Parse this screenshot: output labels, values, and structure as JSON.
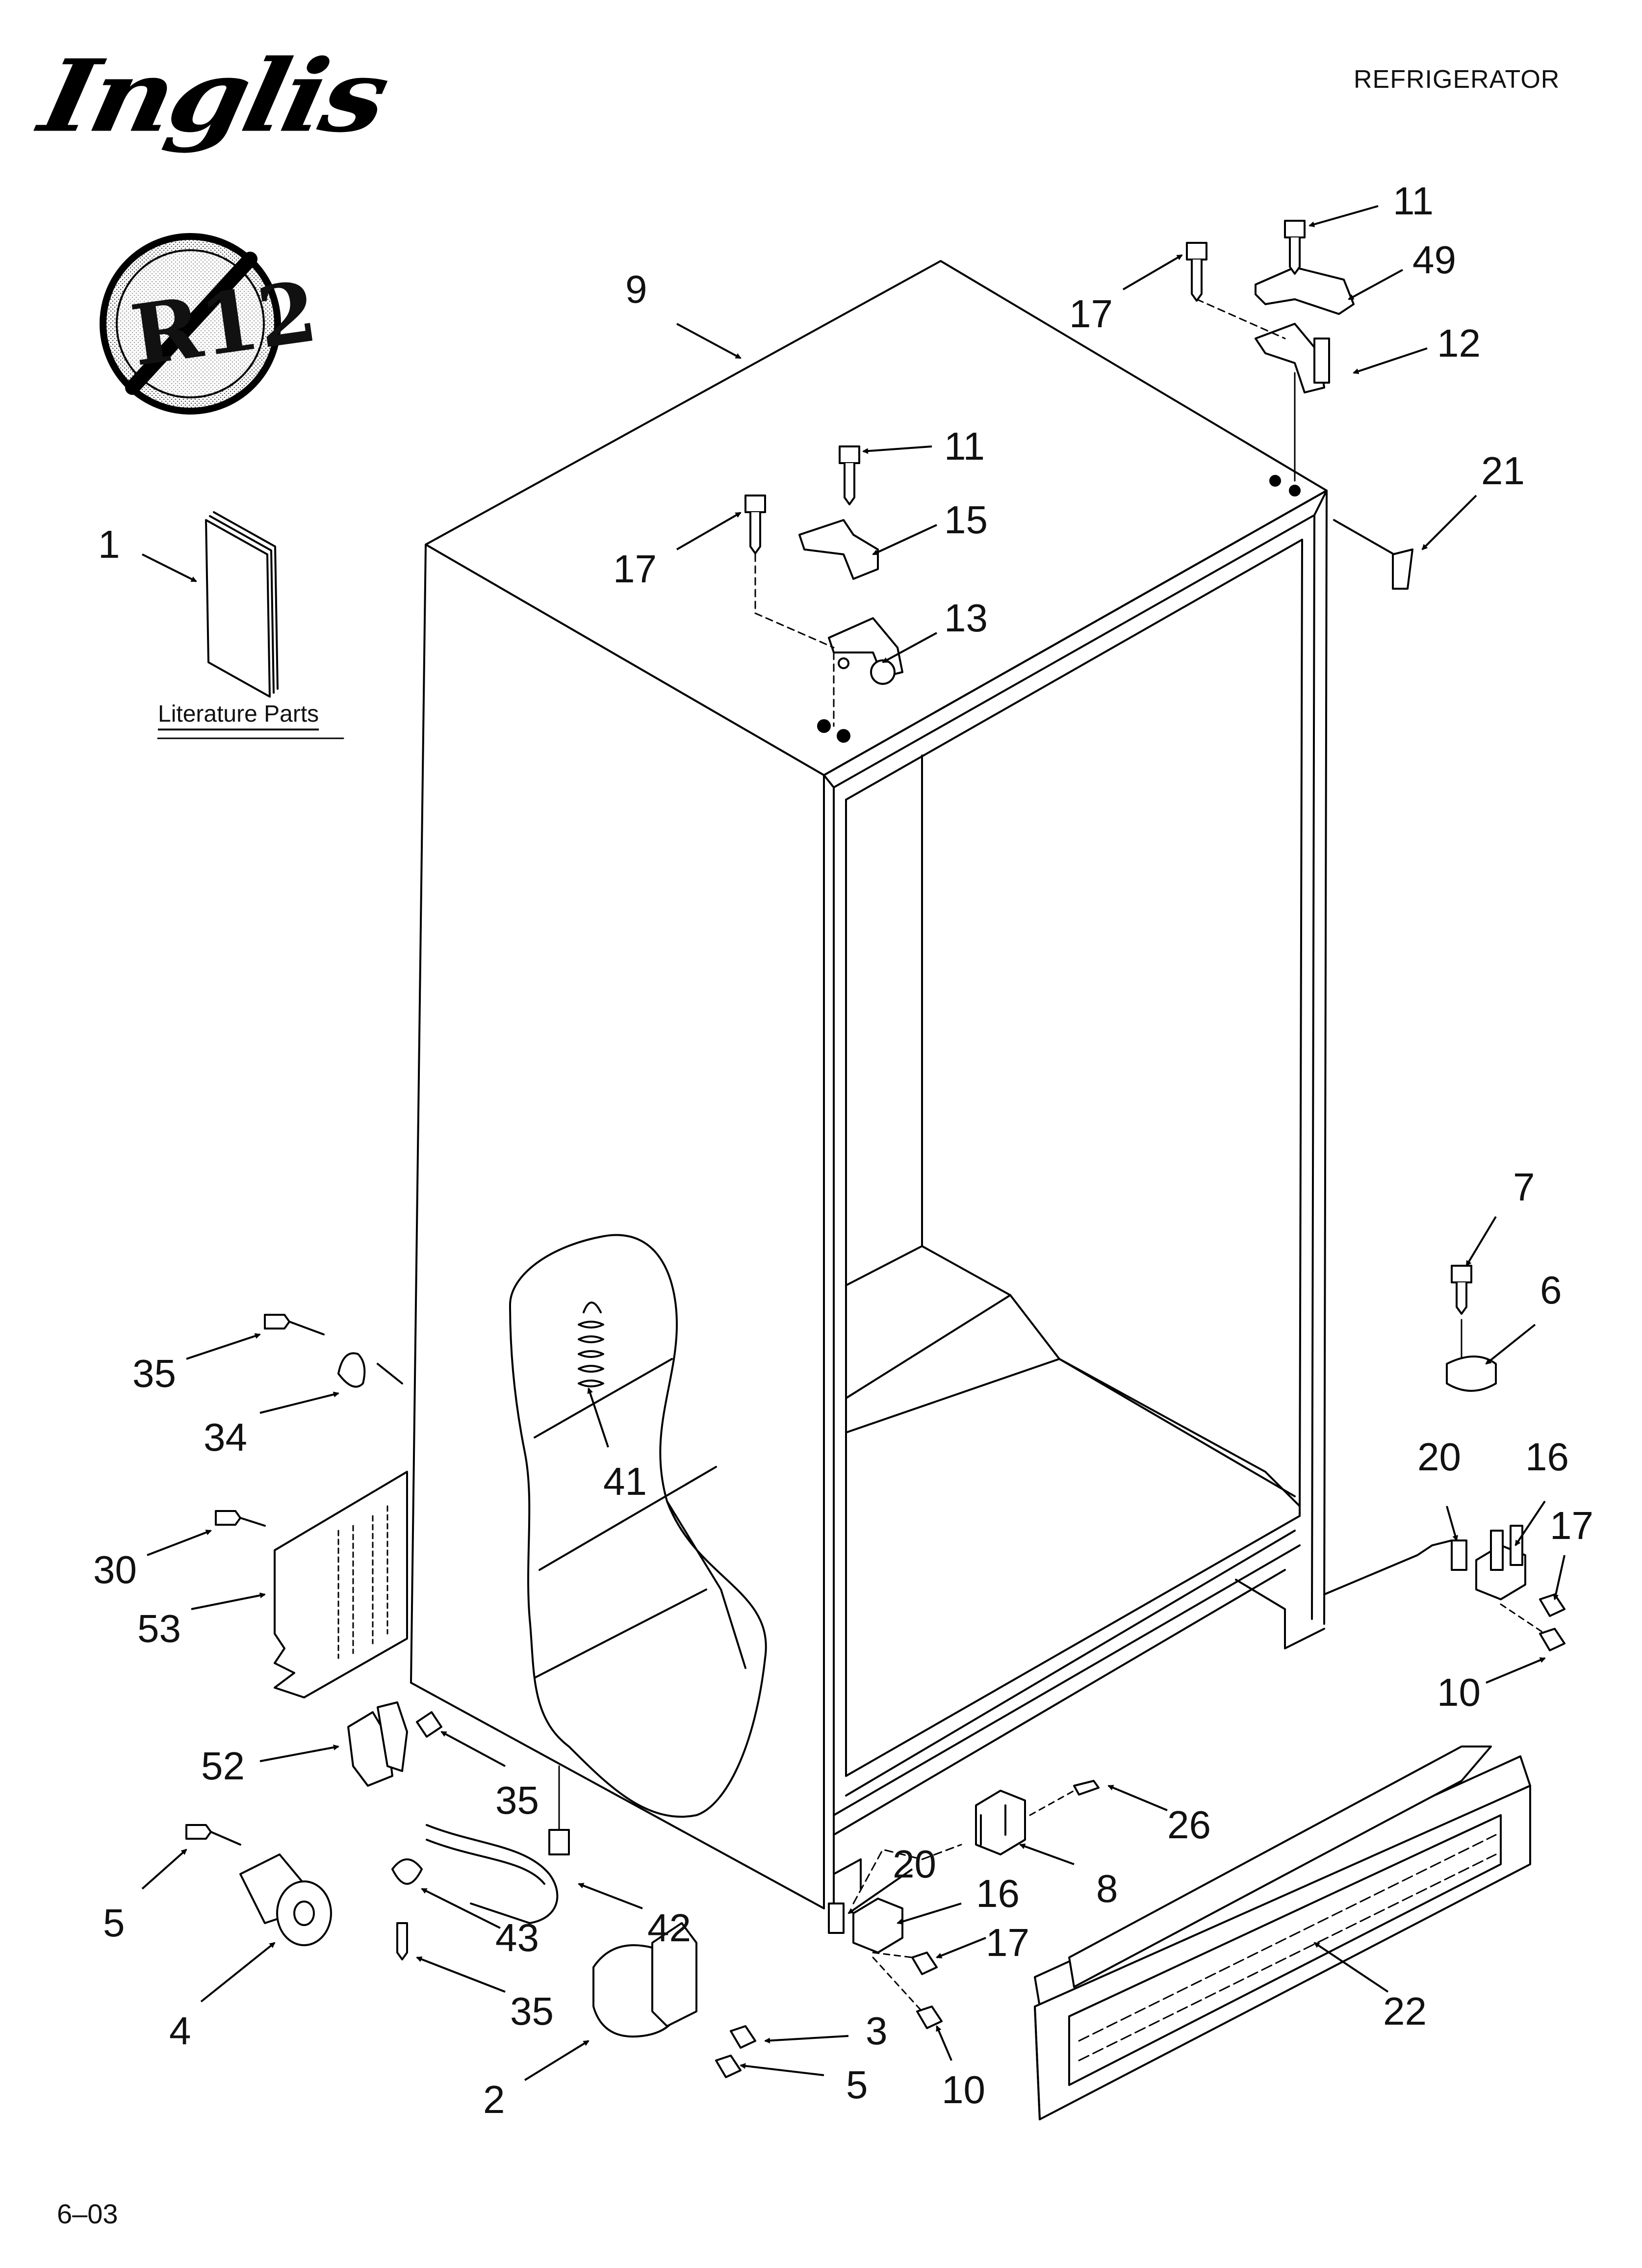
{
  "brand": {
    "logo_text": "Inglis"
  },
  "header": {
    "title": "REFRIGERATOR"
  },
  "badge": {
    "text": "R12"
  },
  "literature": {
    "label": "Literature Parts"
  },
  "footer": {
    "code": "6–03"
  },
  "callouts": {
    "c1": "1",
    "c2": "2",
    "c3": "3",
    "c4": "4",
    "c5a": "5",
    "c5b": "5",
    "c6": "6",
    "c7": "7",
    "c8": "8",
    "c9": "9",
    "c10a": "10",
    "c10b": "10",
    "c11a": "11",
    "c11b": "11",
    "c12": "12",
    "c13": "13",
    "c15": "15",
    "c16a": "16",
    "c16b": "16",
    "c17a": "17",
    "c17b": "17",
    "c17c": "17",
    "c17d": "17",
    "c20a": "20",
    "c20b": "20",
    "c21": "21",
    "c22": "22",
    "c26": "26",
    "c30": "30",
    "c34": "34",
    "c35a": "35",
    "c35b": "35",
    "c35c": "35",
    "c41": "41",
    "c42": "42",
    "c43": "43",
    "c49": "49",
    "c52": "52",
    "c53": "53"
  }
}
